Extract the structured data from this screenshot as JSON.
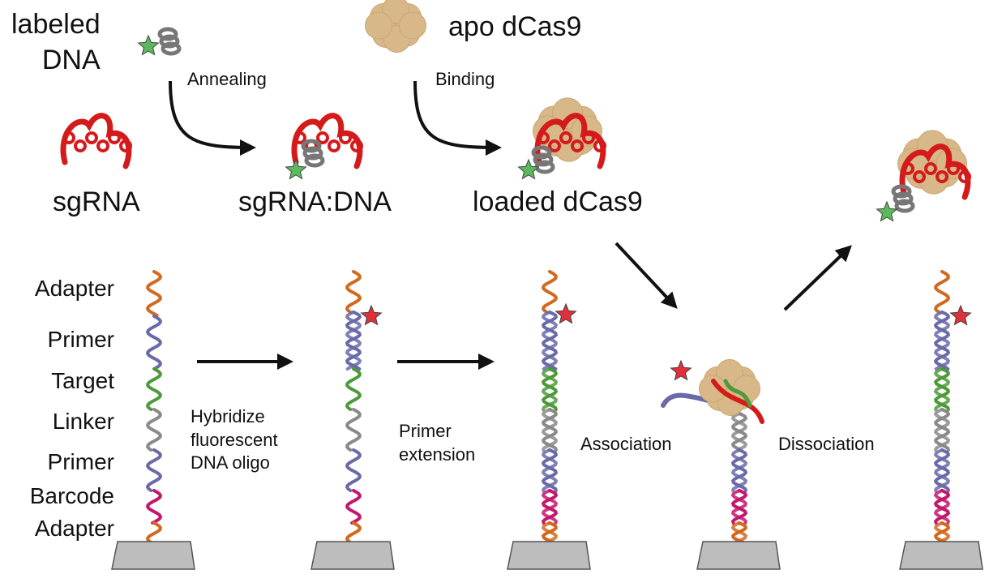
{
  "top": {
    "labeled_dna": "labeled\nDNA",
    "apo_dcas9": "apo dCas9",
    "annealing": "Annealing",
    "binding": "Binding",
    "sgrna": "sgRNA",
    "sgrna_dna": "sgRNA:DNA",
    "loaded_dcas9": "loaded dCas9"
  },
  "side_labels": [
    "Adapter",
    "Primer",
    "Target",
    "Linker",
    "Primer",
    "Barcode",
    "Adapter"
  ],
  "steps": {
    "hybridize": "Hybridize\nfluorescent\nDNA oligo",
    "primer_extension": "Primer\nextension",
    "association": "Association",
    "dissociation": "Dissociation"
  },
  "colors": {
    "adapter": "#d2691e",
    "primer": "#6a6aa8",
    "target": "#4e9a3a",
    "linker": "#8a8a8a",
    "barcode": "#c2186b",
    "rna": "#d41a1a",
    "protein": "#d8b888",
    "green_star": "#5cb85c",
    "red_star": "#e0303a",
    "surface": "#bdbdbd"
  },
  "icons": [
    "green-star-icon",
    "red-star-icon",
    "dcas9-protein-icon",
    "sgrna-icon",
    "dna-helix-icon",
    "surface-slab-icon",
    "arrow-icon"
  ]
}
